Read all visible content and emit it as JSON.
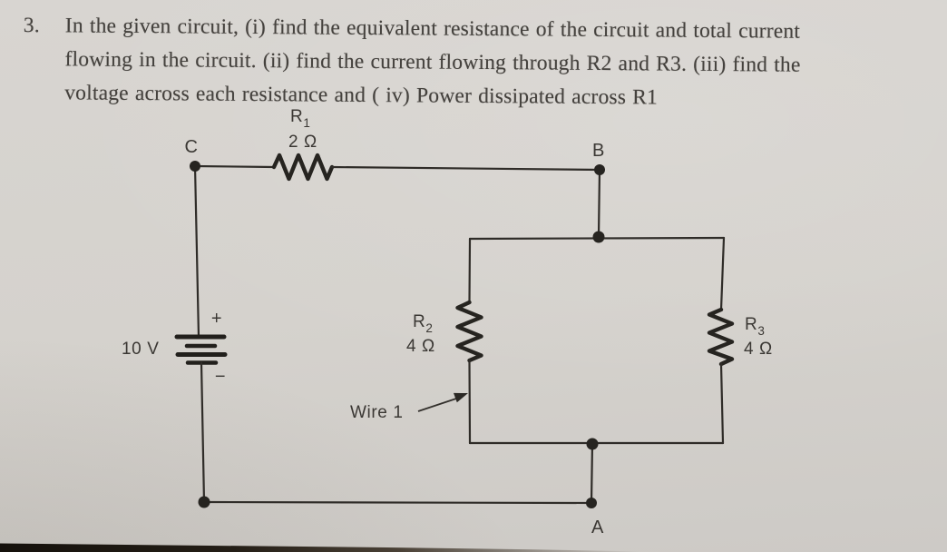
{
  "problem": {
    "number": "3.",
    "lines": [
      "In the given circuit, (i) find the equivalent resistance of the circuit and total current",
      "flowing in the circuit. (ii) find the current flowing through R2 and R3. (iii) find the",
      "voltage across each resistance and ( iv) Power dissipated across R1"
    ]
  },
  "circuit": {
    "battery": {
      "label": "10 V",
      "plus": "+",
      "minus": "−"
    },
    "nodes": {
      "c": "C",
      "b": "B",
      "a": "A"
    },
    "resistors": {
      "r1": {
        "name": "R",
        "sub": "1",
        "value": "2 Ω"
      },
      "r2": {
        "name": "R",
        "sub": "2",
        "value": "4 Ω"
      },
      "r3": {
        "name": "R",
        "sub": "3",
        "value": "4 Ω"
      }
    },
    "wire_label": "Wire 1"
  },
  "colors": {
    "paper": "#d5d2cd",
    "ink": "#2e2b27",
    "label": "#3b3834"
  }
}
